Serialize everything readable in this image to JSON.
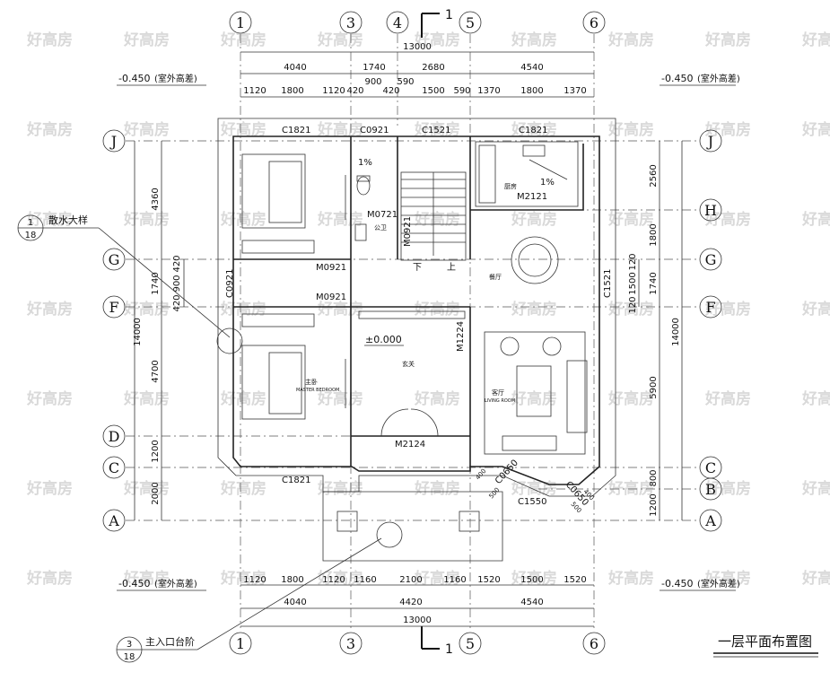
{
  "axes_v": [
    "1",
    "3",
    "4",
    "5",
    "6"
  ],
  "axes_h": [
    "J",
    "H",
    "G",
    "F",
    "D",
    "C",
    "B",
    "A"
  ],
  "section_mark": "1",
  "dims_top": {
    "total": "13000",
    "row1": [
      "4040",
      "1740",
      "2680",
      "4540"
    ],
    "row2": [
      "1120",
      "1800",
      "1120",
      "420",
      "900",
      "420",
      "590",
      "1500",
      "590",
      "1370",
      "1800",
      "1370"
    ]
  },
  "dims_bottom": {
    "total": "13000",
    "row1": [
      "4040",
      "4420",
      "4540"
    ],
    "row2": [
      "1120",
      "1800",
      "1120",
      "1160",
      "2100",
      "1160",
      "1520",
      "1500",
      "1520"
    ]
  },
  "dims_left": {
    "total": "14000",
    "parts": [
      "4360",
      "1740",
      "4700",
      "1200",
      "2000"
    ],
    "sub": [
      "420",
      "900",
      "420"
    ]
  },
  "dims_right": {
    "total": "14000",
    "parts": [
      "2560",
      "1800",
      "1740",
      "5900",
      "800",
      "1200"
    ],
    "sub": [
      "120",
      "1500",
      "120"
    ]
  },
  "elevation": "-0.450",
  "elevation_note": "(室外高差)",
  "floor_level": "±0.000",
  "windows": [
    "C1821",
    "C0921",
    "C1521",
    "C1821",
    "C0921",
    "C1521",
    "C1821",
    "C0650",
    "C0650",
    "C1550"
  ],
  "doors": [
    "M0921",
    "M0921",
    "M0721",
    "M0921",
    "M2121",
    "M1224",
    "M2124"
  ],
  "slopes": [
    "1%",
    "1%"
  ],
  "labels": {
    "down": "下",
    "up": "上",
    "kitchen": "厨房",
    "dining": "餐厅",
    "living": "客厅",
    "living_en": "LIVING ROOM",
    "bedroom": "主卧",
    "bedroom_en": "MASTER BEDROOM",
    "entry": "玄关",
    "wc": "公卫"
  },
  "small_dims": [
    "400",
    "500",
    "500",
    "400"
  ],
  "detail_ref": {
    "num": "1",
    "sheet": "18",
    "label": "散水大样"
  },
  "entry_ref": {
    "num": "3",
    "sheet": "18",
    "label": "主入口台阶"
  },
  "drawing_title": "一层平面布置图",
  "watermark": "好高房"
}
